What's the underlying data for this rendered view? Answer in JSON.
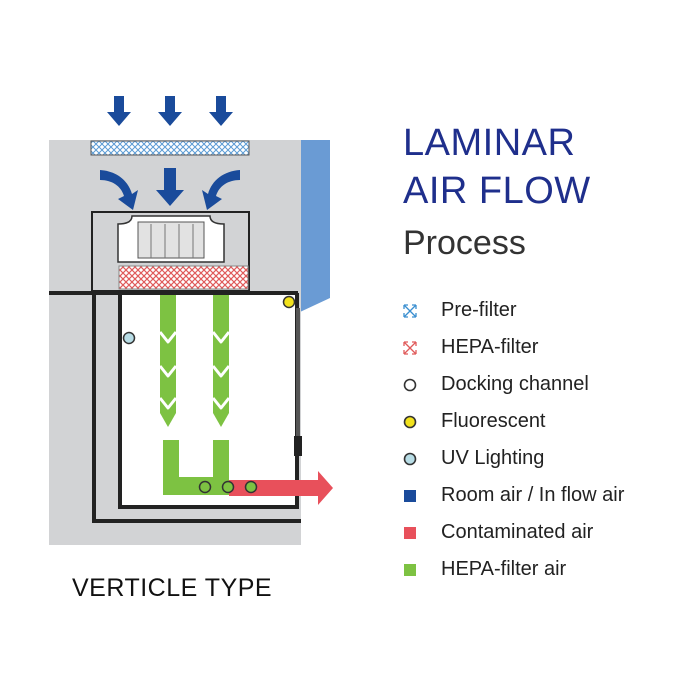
{
  "title_lines": [
    "LAMINAR",
    "AIR FLOW"
  ],
  "subtitle": "Process",
  "caption": "VERTICLE TYPE",
  "colors": {
    "room_air": "#1a4b9b",
    "contaminated_air": "#e8505b",
    "hepa_filter_air": "#7dc242",
    "cabinet": "#d2d3d5",
    "side_panel": "#6a9bd4",
    "title": "#1f2f8c",
    "fluorescent": "#f2e21c",
    "uv_lighting": "#b8dde6"
  },
  "legend": [
    {
      "label": "Pre-filter",
      "icon": "pre-filter-icon"
    },
    {
      "label": "HEPA-filter",
      "icon": "hepa-filter-icon"
    },
    {
      "label": "Docking channel",
      "icon": "docking-channel-icon"
    },
    {
      "label": "Fluorescent",
      "icon": "fluorescent-icon"
    },
    {
      "label": "UV Lighting",
      "icon": "uv-lighting-icon"
    },
    {
      "label": "Room air / In flow air",
      "icon": "room-air-icon"
    },
    {
      "label": "Contaminated air",
      "icon": "contaminated-air-icon"
    },
    {
      "label": "HEPA-filter air",
      "icon": "hepa-filter-air-icon"
    }
  ]
}
